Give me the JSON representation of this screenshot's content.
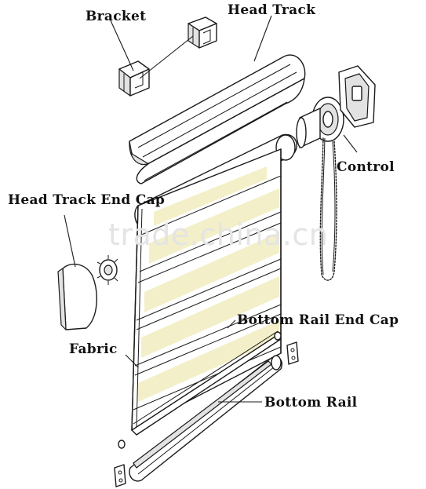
{
  "labels": {
    "bracket": "Bracket",
    "head_track": "Head Track",
    "control": "Control",
    "head_track_end_cap": "Head Track End Cap",
    "bottom_rail_end_cap": "Bottom Rail End Cap",
    "fabric": "Fabric",
    "bottom_rail": "Bottom Rail"
  },
  "watermark": "trade.china.cn",
  "colors": {
    "fabric_band": "#f3efc9",
    "line": "#1a1a1a",
    "watermark": "#e4e4e4"
  }
}
